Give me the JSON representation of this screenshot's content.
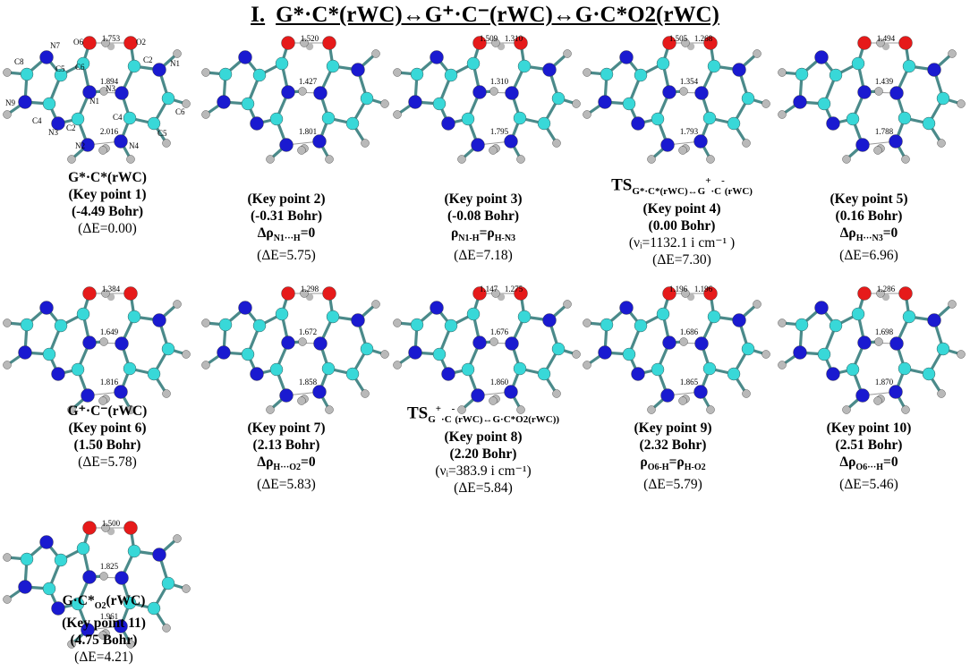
{
  "title": {
    "roman": "I.",
    "main": "G*·C*(rWC)↔G⁺·C⁻(rWC)↔G·C*O2(rWC)"
  },
  "colors": {
    "carbon": "#38d8d8",
    "nitrogen": "#1a1ad0",
    "oxygen": "#e61a1a",
    "hydrogen": "#b9b9b9",
    "hbond": "#9a9a9a"
  },
  "atom_labels": [
    "C8",
    "N7",
    "O6",
    "C6",
    "C5",
    "N9",
    "C4",
    "N3",
    "N1",
    "C2",
    "N2",
    "O2",
    "C2",
    "N1",
    "N3",
    "C6",
    "C4",
    "C5",
    "N4"
  ],
  "structures": [
    {
      "id": "kp1",
      "bonds": [
        "1.753",
        "1.894",
        "2.016"
      ],
      "caption": {
        "name": "G*·C*(rWC)",
        "key": "(Key point 1)",
        "bohr": "(-4.49 Bohr)",
        "extra": "",
        "energy": "(ΔE=0.00)"
      }
    },
    {
      "id": "kp2",
      "bonds": [
        "1.520",
        "1.427",
        "1.801"
      ],
      "caption": {
        "name": "",
        "key": "(Key point 2)",
        "bohr": "(-0.31 Bohr)",
        "extra": "Δρ",
        "extra_sub": "N1···H",
        "extra_tail": "=0",
        "energy": "(ΔE=5.75)"
      }
    },
    {
      "id": "kp3",
      "bonds": [
        "1.509",
        "1.310",
        "1.310",
        "1.795"
      ],
      "caption": {
        "name": "",
        "key": "(Key point 3)",
        "bohr": "(-0.08 Bohr)",
        "extra": "ρ",
        "extra_sub": "N1-H",
        "extra_mid": "=ρ",
        "extra_sub2": "H-N3",
        "energy": "(ΔE=7.18)"
      }
    },
    {
      "id": "kp4",
      "bonds": [
        "1.505",
        "1.268",
        "1.354",
        "1.793"
      ],
      "caption": {
        "name": "TS",
        "name_sub": "G*·C*(rWC)↔G",
        "name_sup": "+",
        "name_sub2": "·C",
        "name_sup2": "-",
        "name_sub3": "(rWC)",
        "key": "(Key point 4)",
        "bohr": "(0.00 Bohr)",
        "freq": "(νᵢ=1132.1 i cm⁻¹ )",
        "energy": "(ΔE=7.30)"
      }
    },
    {
      "id": "kp5",
      "bonds": [
        "1.494",
        "1.439",
        "1.788"
      ],
      "caption": {
        "name": "",
        "key": "(Key point 5)",
        "bohr": "(0.16 Bohr)",
        "extra": "Δρ",
        "extra_sub": "H···N3",
        "extra_tail": "=0",
        "energy": "(ΔE=6.96)"
      }
    },
    {
      "id": "kp6",
      "bonds": [
        "1.384",
        "1.649",
        "1.816"
      ],
      "caption": {
        "name": "G⁺·C⁻(rWC)",
        "key": "(Key point 6)",
        "bohr": "(1.50 Bohr)",
        "extra": "",
        "energy": "(ΔE=5.78)"
      }
    },
    {
      "id": "kp7",
      "bonds": [
        "1.298",
        "1.672",
        "1.858"
      ],
      "caption": {
        "name": "",
        "key": "(Key point 7)",
        "bohr": "(2.13 Bohr)",
        "extra": "Δρ",
        "extra_sub": "H···O2",
        "extra_tail": "=0",
        "energy": "(ΔE=5.83)"
      }
    },
    {
      "id": "kp8",
      "bonds": [
        "1.147",
        "1.275",
        "1.676",
        "1.860"
      ],
      "caption": {
        "name": "TS",
        "name_sub": "G",
        "name_sup": "+",
        "name_sub2": "·C",
        "name_sup2": "-",
        "name_sub3": "(rWC)↔G·C*O2(rWC))",
        "key": "(Key point 8)",
        "bohr": "(2.20 Bohr)",
        "freq": "(νᵢ=383.9 i cm⁻¹)",
        "energy": "(ΔE=5.84)"
      }
    },
    {
      "id": "kp9",
      "bonds": [
        "1.196",
        "1.196",
        "1.686",
        "1.865"
      ],
      "caption": {
        "name": "",
        "key": "(Key point 9)",
        "bohr": "(2.32 Bohr)",
        "extra": "ρ",
        "extra_sub": "O6-H",
        "extra_mid": "=ρ",
        "extra_sub2": "H-O2",
        "energy": "(ΔE=5.79)"
      }
    },
    {
      "id": "kp10",
      "bonds": [
        "1.286",
        "1.698",
        "1.870"
      ],
      "caption": {
        "name": "",
        "key": "(Key point 10)",
        "bohr": "(2.51 Bohr)",
        "extra": "Δρ",
        "extra_sub": "O6···H",
        "extra_tail": "=0",
        "energy": "(ΔE=5.46)"
      }
    },
    {
      "id": "kp11",
      "bonds": [
        "1.500",
        "1.825",
        "1.961"
      ],
      "caption": {
        "name": "G·C*",
        "name_sub": "O2",
        "name_tail": "(rWC)",
        "key": "(Key point 11)",
        "bohr": "(4.75 Bohr)",
        "extra": "",
        "energy": "(ΔE=4.21)"
      }
    }
  ]
}
